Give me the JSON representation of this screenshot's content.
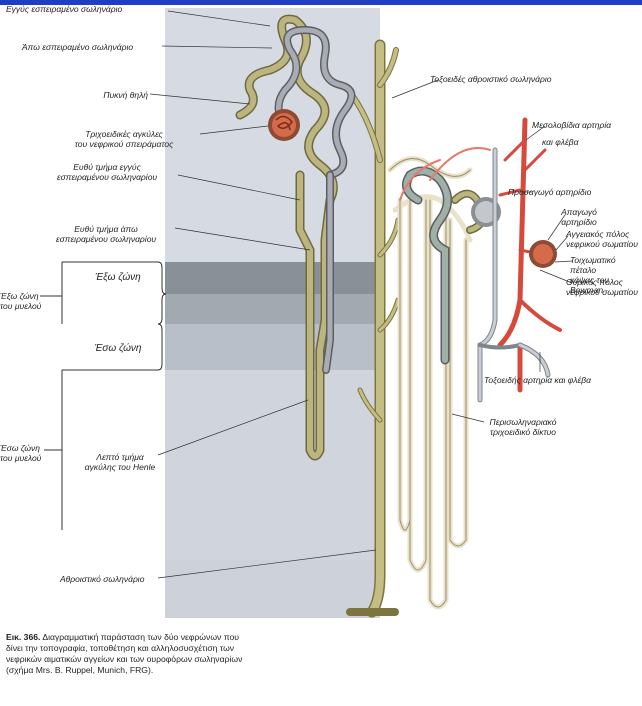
{
  "labels": {
    "proximal_convoluted": "Εγγύς εσπειραμένο σωληνάριο",
    "distal_convoluted": "Άπω εσπειραμένο σωληνάριο",
    "macula_densa": "Πυκνή θηλή",
    "glomerular_loops": "Τριχοειδικές αγκύλες\nτου νεφρικού σπειράματος",
    "proximal_straight": "Ευθύ τμήμα εγγύς\nεσπειραμένου σωληναρίου",
    "distal_straight": "Ευθύ τμήμα άπω\nεσπειραμένου σωληναρίου",
    "outer_zone": "Έξω ζώνη",
    "inner_zone": "Έσω ζώνη",
    "medulla_outer": "Έξω ζώνη\nτου μυελού",
    "medulla_inner": "Έσω ζώνη\nτου μυελού",
    "thin_henle": "Λεπτό τμήμα\nαγκύλης του Henle",
    "collecting_duct": "Αθροιστικό σωληνάριο",
    "arcuate_collecting": "Τοξοειδές αθροιστικό σωληνάριο",
    "interlobular_artery": "Μεσολοβίδια αρτηρία",
    "and_vein": "και φλέβα",
    "afferent_arteriole": "Προσαγωγό αρτηρίδιο",
    "efferent_arteriole": "Απαγωγό\nαρτηρίδιο",
    "vascular_pole": "Αγγειακός πόλος\nνεφρικού σωματίου",
    "bowman_wall": "Τοιχωματικό πέταλο\nκάψας του Bowman",
    "urinary_pole": "Ουρικός πόλος\nνεφρικού σωματίου",
    "arcuate_artery_vein": "Τοξοειδής αρτηρία και φλέβα",
    "peritubular_network": "Περισωληναριακό\nτριχοειδικό δίκτυο"
  },
  "caption": {
    "figure_number": "Εικ. 366.",
    "text": "Διαγραμματική παράσταση των δύο νεφρώνων που δίνει την τοπογραφία, τοποθέτηση και αλληλοσυσχέτιση των νεφρικών αιματικών αγγείων και των ουροφόρων σωληναρίων (σχήμα Mrs. B. Ruppel, Munich, FRG)."
  },
  "colors": {
    "top_bar": "#1f3fbf",
    "panel": "#d6dbe3",
    "outer_zone_band": "#7d838b",
    "inner_zone_band": "#aab0b8",
    "tubule": "#b7b07a",
    "tubule_gray": "#8f939a",
    "artery": "#e0574a",
    "vein": "#9aa0a8",
    "glomerulus": "#c9583a"
  }
}
